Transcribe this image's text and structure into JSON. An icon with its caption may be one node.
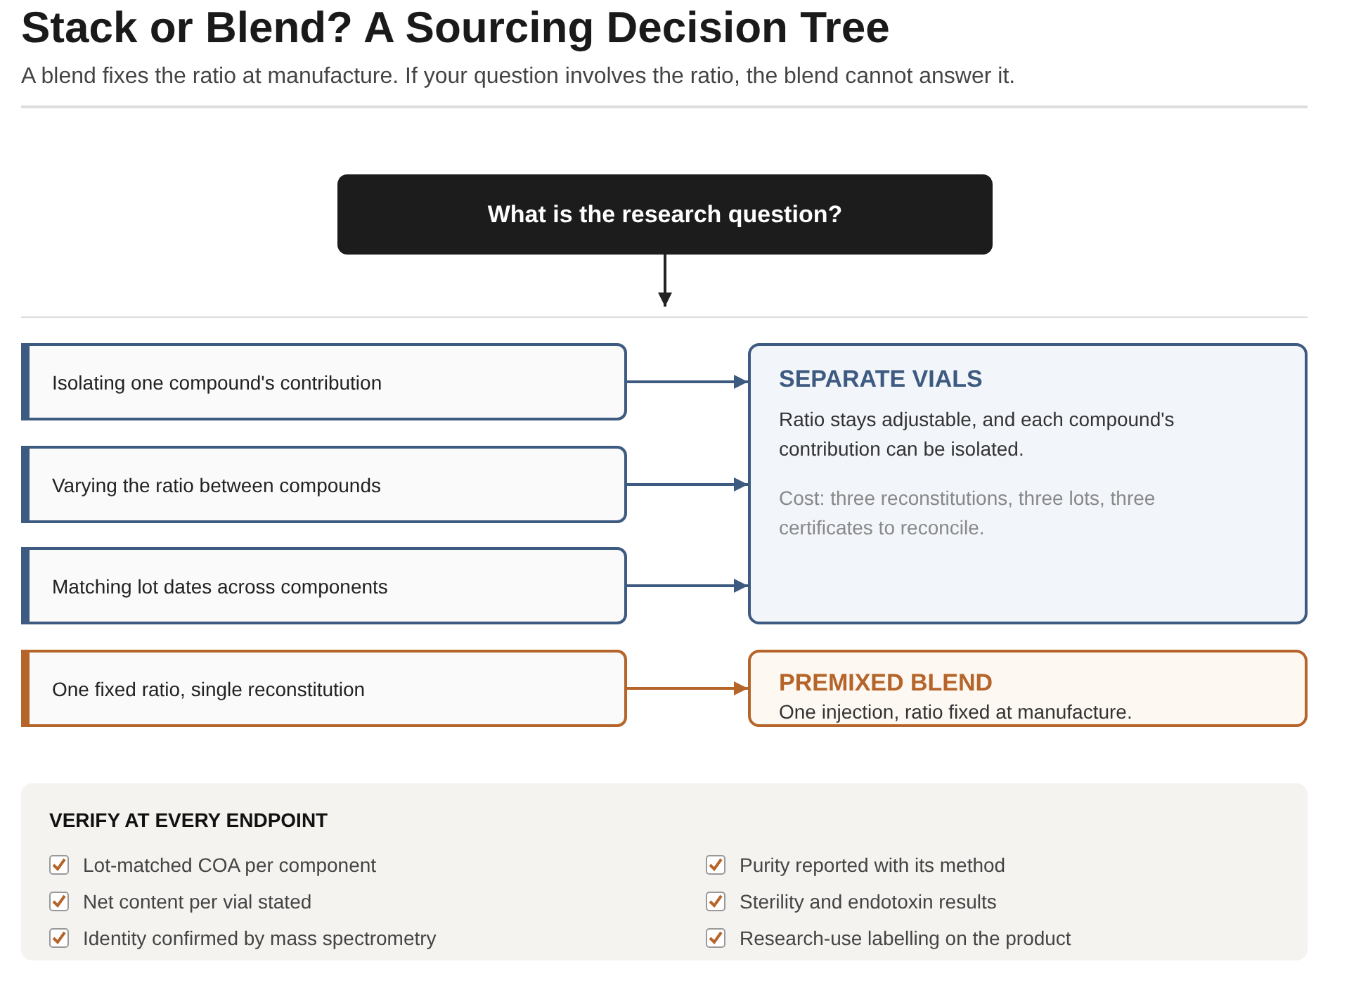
{
  "diagram": {
    "title": "Stack or Blend? A Sourcing Decision Tree",
    "caption": "A blend fixes the ratio at manufacture. If your question involves the ratio, the blend cannot answer it.",
    "nodes": [
      {
        "text": [
          "What is the research question?"
        ]
      },
      {
        "text": [
          "Isolating one compound's contribution"
        ]
      },
      {
        "text": [
          "Varying the ratio between compounds"
        ]
      },
      {
        "text": [
          "Matching lot dates across components"
        ]
      },
      {
        "text": [
          "One fixed ratio, single reconstitution"
        ]
      },
      {
        "text": [
          "SEPARATE VIALS",
          "Ratio stays adjustable, and each compound's contribution can be isolated.",
          "Cost: three reconstitutions, three lots, three certificates to reconcile."
        ]
      },
      {
        "text": [
          "PREMIXED BLEND",
          "One injection, ratio fixed at manufacture."
        ]
      },
      {
        "text": [
          "VERIFY AT EVERY ENDPOINT",
          "Lot-matched COA per component",
          "Net content per vial stated",
          "Identity confirmed by mass spectrometry",
          "Purity reported with its method",
          "Sterility and endotoxin results",
          "Research-use labelling on the product"
        ]
      }
    ],
    "edges": [
      {
        "from": 0,
        "to": null,
        "arrow": "to",
        "color": "#222222"
      },
      {
        "from": 1,
        "to": 5,
        "arrow": "to"
      },
      {
        "from": 2,
        "to": 5,
        "arrow": "to"
      },
      {
        "from": 3,
        "to": 5,
        "arrow": "to"
      },
      {
        "from": 4,
        "to": 6,
        "arrow": "to",
        "color": "#b5652a"
      }
    ]
  }
}
